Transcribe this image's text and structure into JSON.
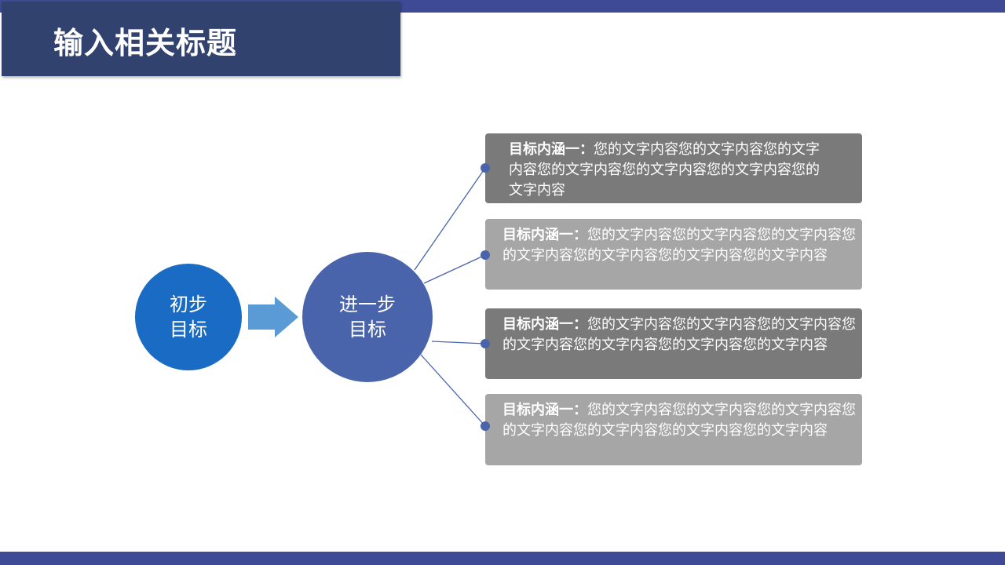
{
  "title": "输入相关标题",
  "start": {
    "line1": "初步",
    "line2": "目标"
  },
  "next": {
    "line1": "进一步",
    "line2": "目标"
  },
  "items": [
    {
      "label": "目标内涵一：",
      "text": "您的文字内容您的文字内容您的文字内容您的文字内容您的文字内容您的文字内容您的文字内容"
    },
    {
      "label": "目标内涵一：",
      "text": "您的文字内容您的文字内容您的文字内容您的文字内容您的文字内容您的文字内容您的文字内容"
    },
    {
      "label": "目标内涵一：",
      "text": "您的文字内容您的文字内容您的文字内容您的文字内容您的文字内容您的文字内容您的文字内容"
    },
    {
      "label": "目标内涵一：",
      "text": "您的文字内容您的文字内容您的文字内容您的文字内容您的文字内容您的文字内容您的文字内容"
    }
  ],
  "colors": {
    "bar": "#3f4a97",
    "title_bg": "#32426f",
    "start_circle": "#1a6bc4",
    "next_circle": "#4a64ab",
    "arrow": "#5b9bd5",
    "box_dark": "#7a7a7a",
    "box_light": "#a6a6a6"
  }
}
